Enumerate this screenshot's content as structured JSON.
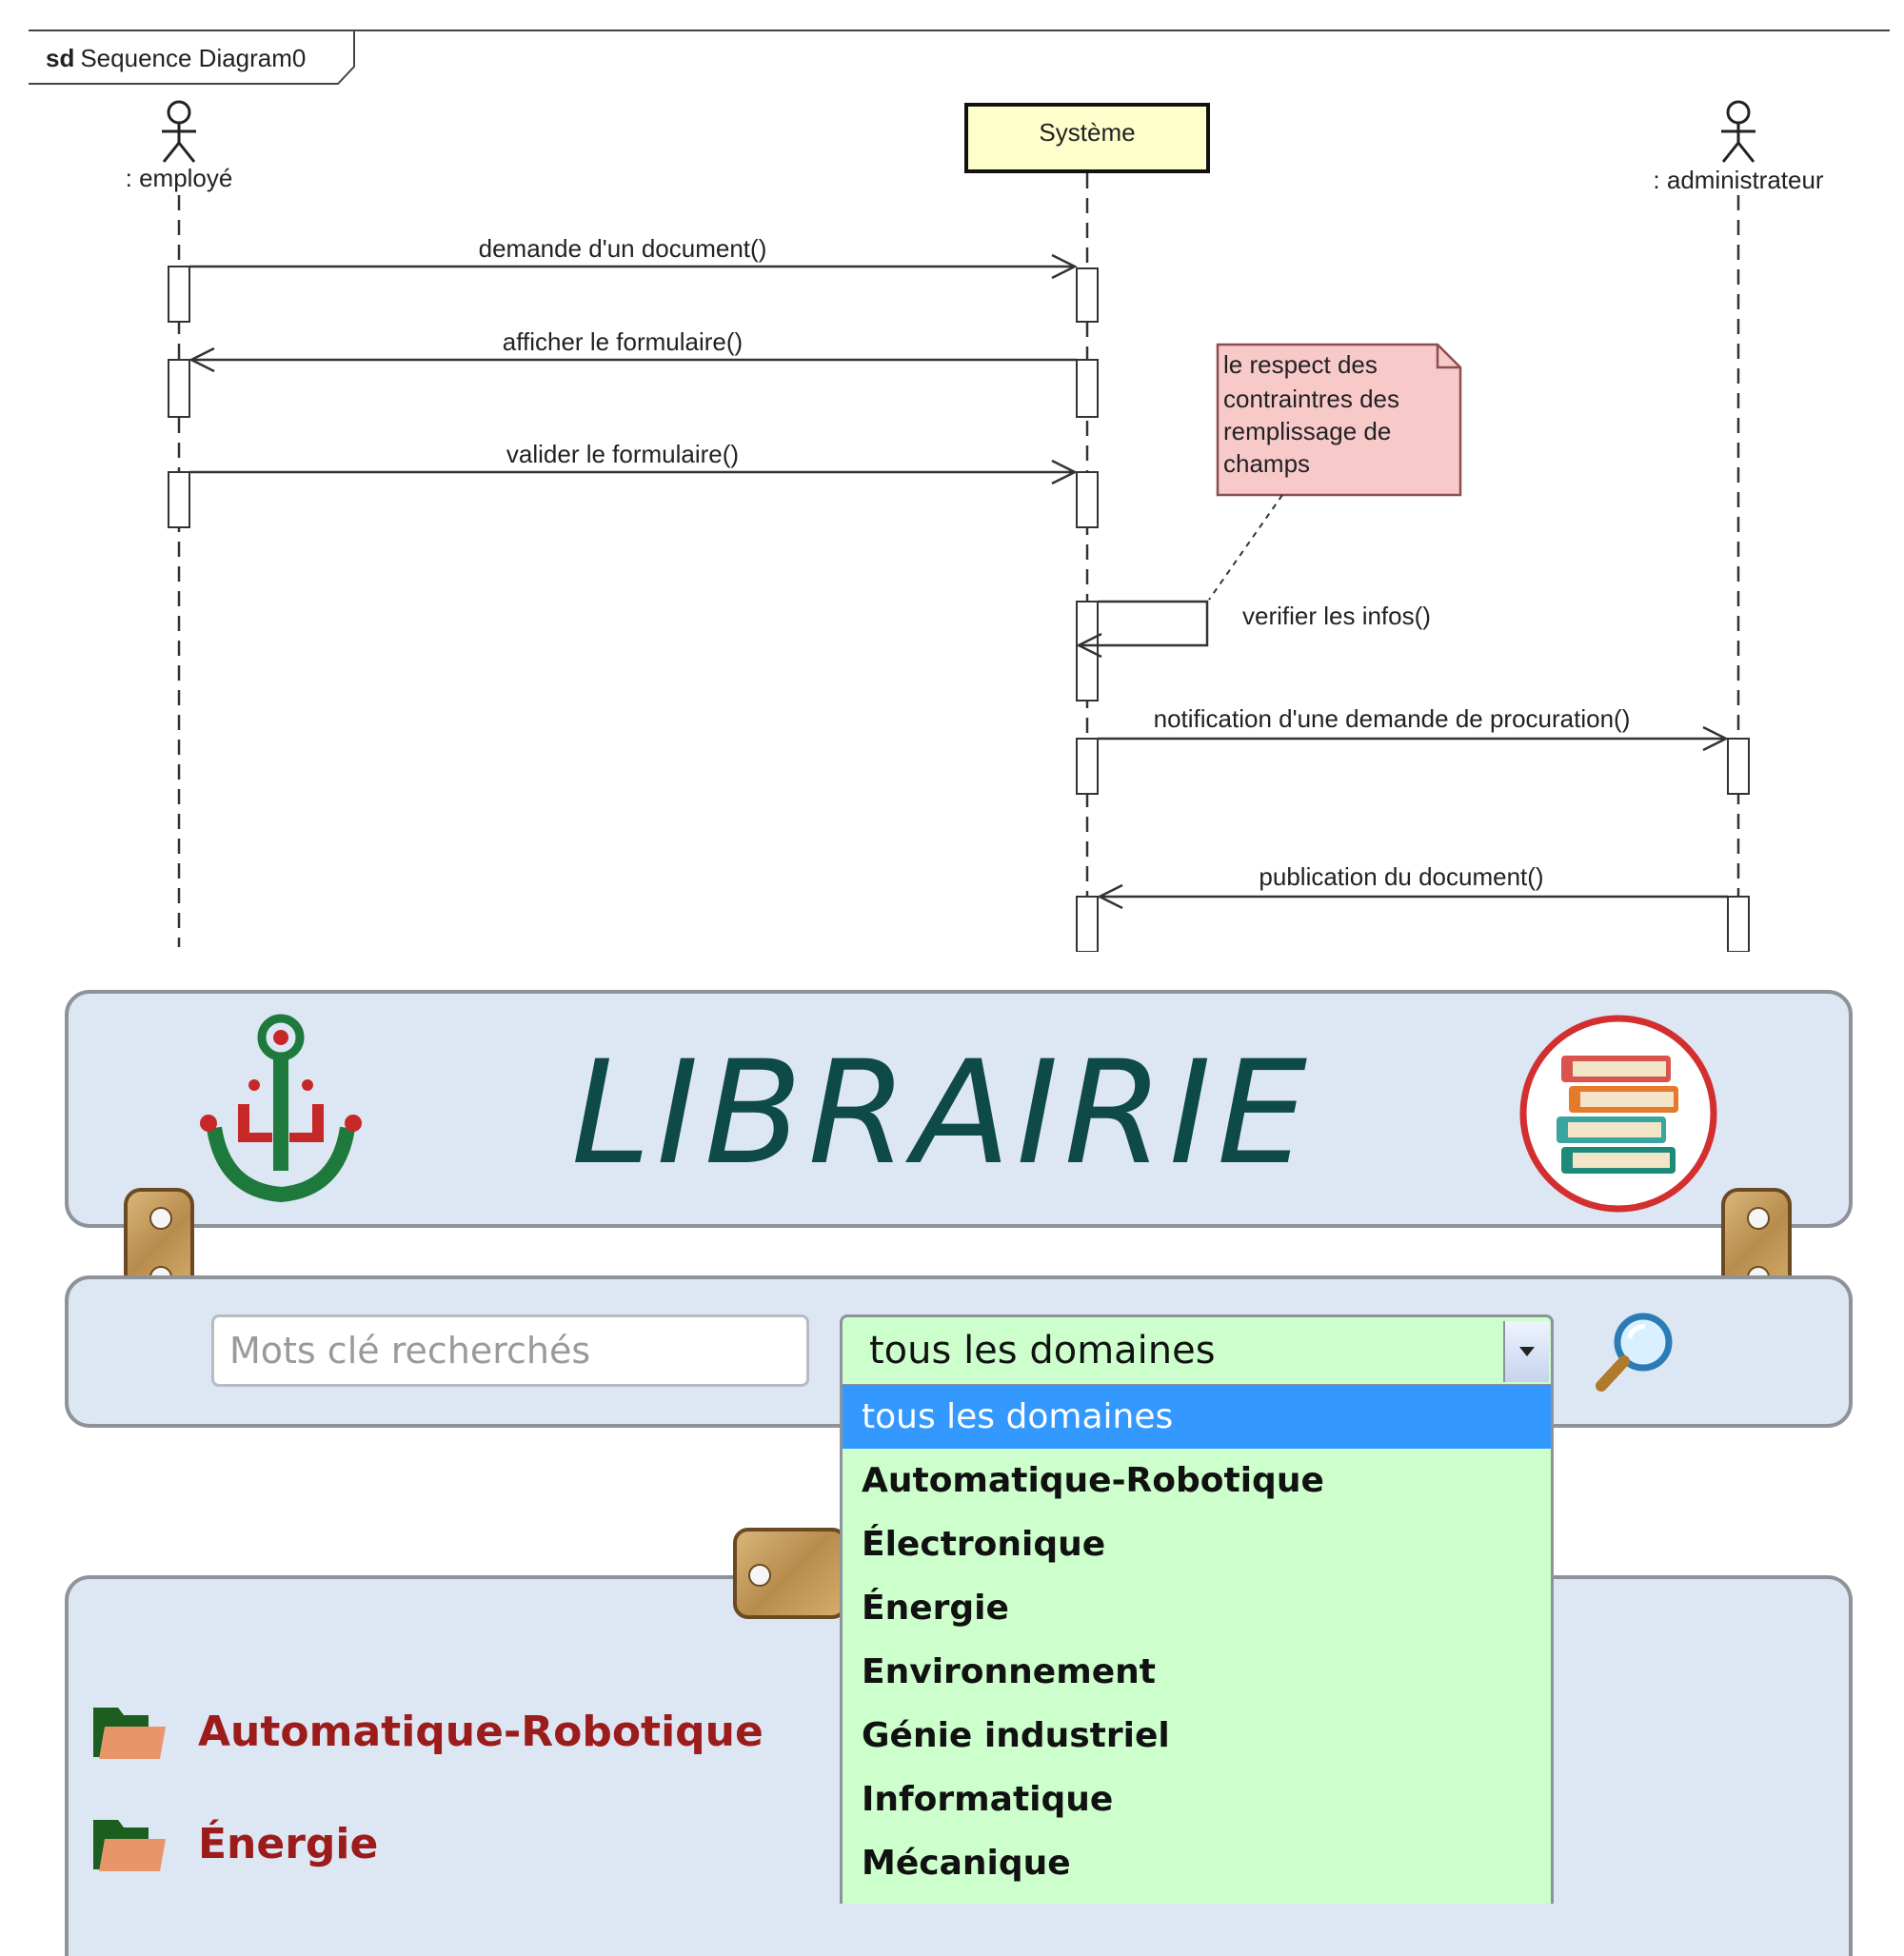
{
  "diagram": {
    "frame_keyword": "sd",
    "frame_title": "Sequence Diagram0",
    "lifelines": {
      "employe": ": employé",
      "systeme": "Système",
      "administrateur": ": administrateur"
    },
    "messages": [
      "demande d'un document()",
      "afficher le formulaire()",
      "valider le formulaire()",
      "verifier les infos()",
      "notification d'une demande de procuration()",
      "publication du document()"
    ],
    "note": [
      "le respect des",
      "contraintres des",
      "remplissage de",
      "champs"
    ],
    "colors": {
      "lifeline_head": "#ffffcc",
      "note_fill": "#f8c9c9",
      "note_border": "#8a4f4f"
    }
  },
  "app": {
    "title": "LIBRAIRIE",
    "search": {
      "placeholder": "Mots clé recherchés",
      "value": ""
    },
    "domain_select": {
      "value": "tous les domaines",
      "options": [
        "tous les domaines",
        "Automatique-Robotique",
        "Électronique",
        "Énergie",
        "Environnement",
        "Génie industriel",
        "Informatique",
        "Mécanique"
      ],
      "selected_index": 0
    },
    "categories": [
      "Automatique-Robotique",
      "Énergie"
    ],
    "icons": [
      "anchor-logo-icon",
      "books-logo-icon",
      "search-icon",
      "folder-icon"
    ],
    "colors": {
      "title": "#0d4a48",
      "panel": "#dde6f3",
      "select_bg": "#ccffcc",
      "selected_option": "#3399ff",
      "category_text": "#9c1b1b",
      "logo_green": "#1e7a3c",
      "logo_red": "#c62828"
    }
  }
}
